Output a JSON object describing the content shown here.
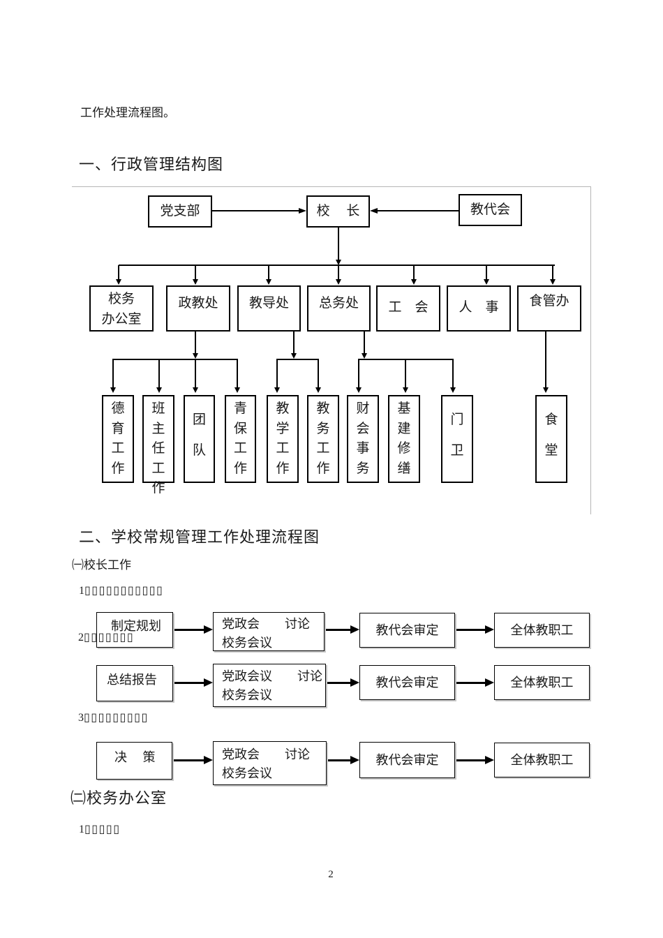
{
  "document": {
    "intro_text": "工作处理流程图。",
    "page_number": "2",
    "section1_heading": "一、行政管理结构图",
    "section2_heading": "二、学校常规管理工作处理流程图",
    "sub1": "㈠校长工作",
    "sub2": "㈡校务办公室",
    "para1": {
      "num": "1",
      "tofu": "▯▯▯▯▯▯▯▯▯▯▯"
    },
    "para2": {
      "num": "2",
      "tofu": "▯▯▯▯▯▯▯"
    },
    "para3": {
      "num": "3",
      "tofu": "▯▯▯▯▯▯▯▯▯"
    },
    "para4": {
      "num": "1",
      "tofu": "▯▯▯▯▯"
    }
  },
  "org": {
    "row1": [
      {
        "label": "党支部"
      },
      {
        "label": "校　 长"
      },
      {
        "label": "教代会"
      }
    ],
    "row2": [
      {
        "label": "校务\n办公室"
      },
      {
        "label": "政教处"
      },
      {
        "label": "教导处"
      },
      {
        "label": "总务处"
      },
      {
        "label": "工　会"
      },
      {
        "label": "人　事"
      },
      {
        "label": "食管办"
      }
    ],
    "row3": [
      {
        "label": "德育工作"
      },
      {
        "label": "班主任工作"
      },
      {
        "label": "团队"
      },
      {
        "label": "青保工作"
      },
      {
        "label": "教学工作"
      },
      {
        "label": "教务工作"
      },
      {
        "label": "财会事务"
      },
      {
        "label": "基建修缮"
      },
      {
        "label": "门卫"
      },
      {
        "label": "食堂"
      }
    ]
  },
  "flows": {
    "row1": {
      "steps": [
        "制定规划",
        "党政会　　讨论\n校务会议",
        "教代会审定",
        "全体教职工"
      ]
    },
    "row2": {
      "steps": [
        "总结报告",
        "党政会议　　讨论\n校务会议",
        "教代会审定",
        "全体教职工"
      ]
    },
    "row3": {
      "steps": [
        "决　 策",
        "党政会　　讨论\n校务会议",
        "教代会审定",
        "全体教职工"
      ]
    }
  }
}
